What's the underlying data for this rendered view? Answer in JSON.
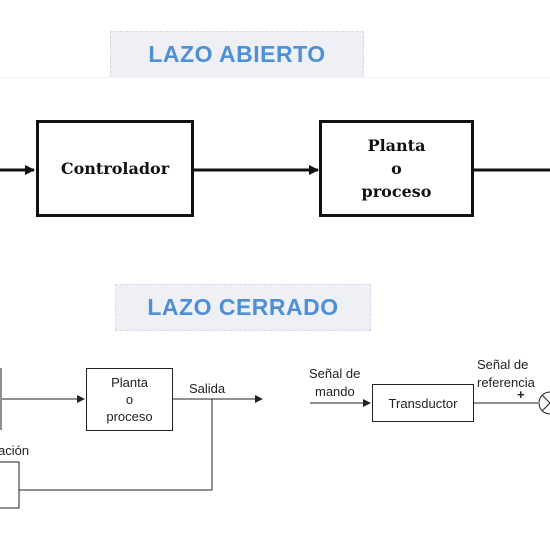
{
  "open_loop": {
    "title": "LAZO ABIERTO",
    "controller": "Controlador",
    "plant_line1": "Planta",
    "plant_line2": "o",
    "plant_line3": "proceso"
  },
  "closed_loop": {
    "title": "LAZO CERRADO",
    "plant_line1": "Planta",
    "plant_line2": "o",
    "plant_line3": "proceso",
    "output_label": "Salida",
    "partial_label": "ación",
    "command_signal_line1": "Señal de",
    "command_signal_line2": "mando",
    "transducer": "Transductor",
    "reference_signal_line1": "Señal de",
    "reference_signal_line2": "referencia",
    "plus_sign": "+"
  },
  "colors": {
    "title_text": "#4f8fd6",
    "title_bg": "#eef0f5"
  }
}
